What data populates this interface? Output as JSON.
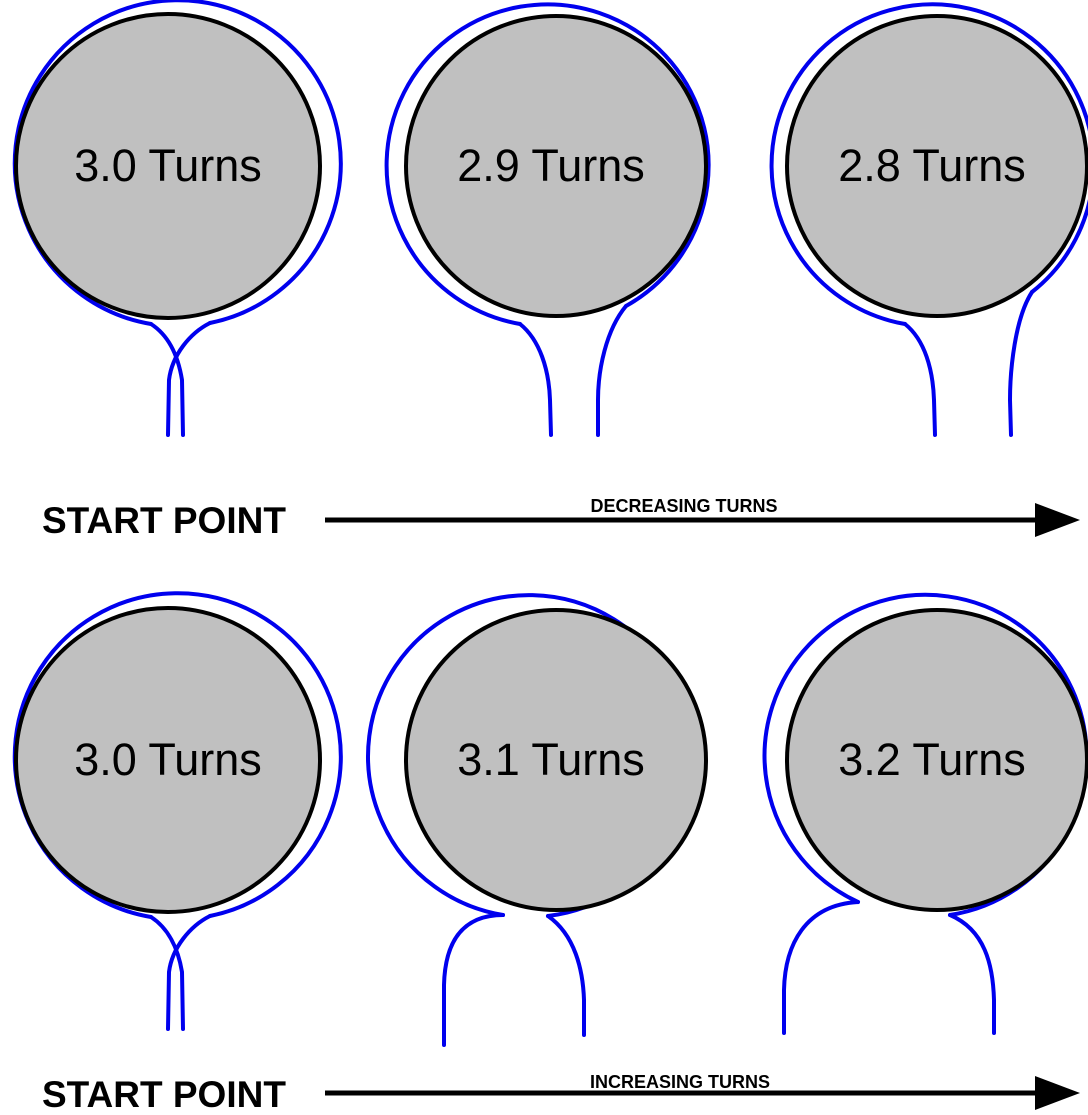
{
  "rows": [
    {
      "start_label": "START POINT",
      "direction_label": "DECREASING TURNS",
      "coils": [
        {
          "label": "3.0 Turns"
        },
        {
          "label": "2.9 Turns"
        },
        {
          "label": "2.8 Turns"
        }
      ]
    },
    {
      "start_label": "START POINT",
      "direction_label": "INCREASING TURNS",
      "coils": [
        {
          "label": "3.0 Turns"
        },
        {
          "label": "3.1 Turns"
        },
        {
          "label": "3.2 Turns"
        }
      ]
    }
  ],
  "colors": {
    "wire": "#0000ee",
    "drum_fill": "#c0c0c0",
    "drum_outline": "#000000"
  }
}
